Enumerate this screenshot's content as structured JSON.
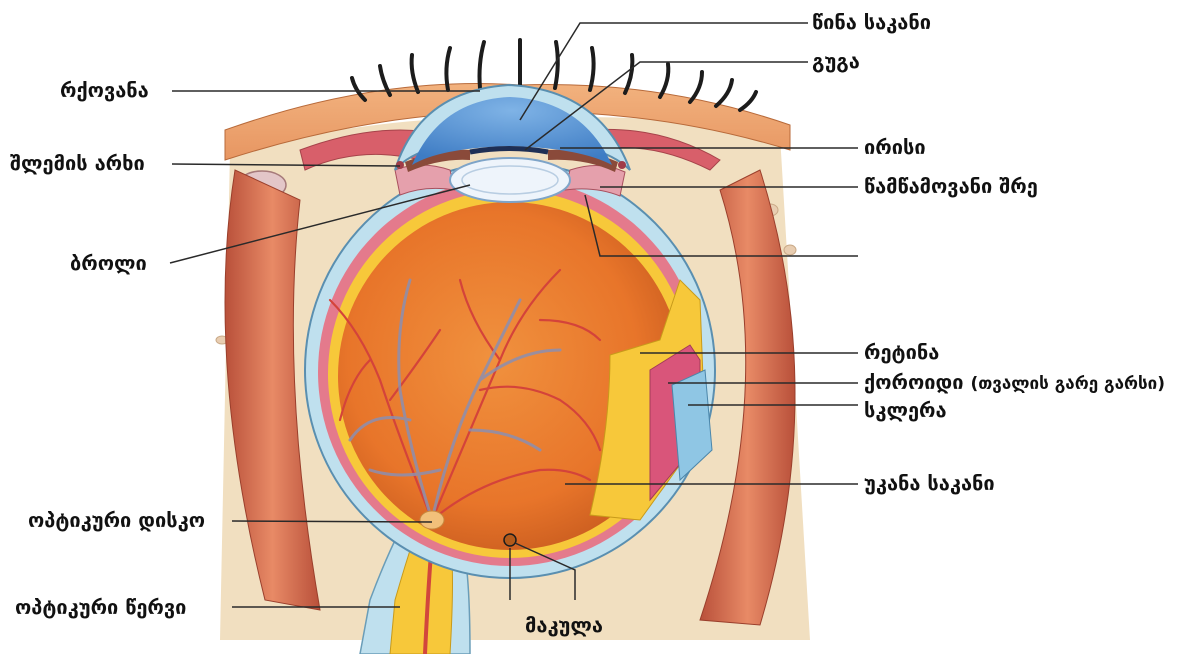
{
  "labels": {
    "cornea": "რქოვანა",
    "schlemm": "შლემის არხი",
    "lens": "ბროლი",
    "optic_disc": "ოპტიკური დისკო",
    "optic_nerve": "ოპტიკური წერვი",
    "anterior_chamber": "წინა საკანი",
    "pupil": "გუგა",
    "iris": "ირისი",
    "ciliary_body": "წამწამოვანი შრე",
    "retina": "რეტინა",
    "choroid": "ქოროიდი",
    "choroid_note": "(თვალის გარე გარსი)",
    "sclera": "სკლერა",
    "posterior_chamber": "უკანა საკანი",
    "macula": "მაკულა"
  },
  "colors": {
    "vitreous": "#e8752a",
    "sclera": "#bfe0ee",
    "retina": "#f7c83a",
    "choroid": "#e47a8c",
    "orbit": "#f1dfc0",
    "muscle": "#d76e4e",
    "cornea": "#4f8fd4",
    "lens": "#eef4fb"
  }
}
